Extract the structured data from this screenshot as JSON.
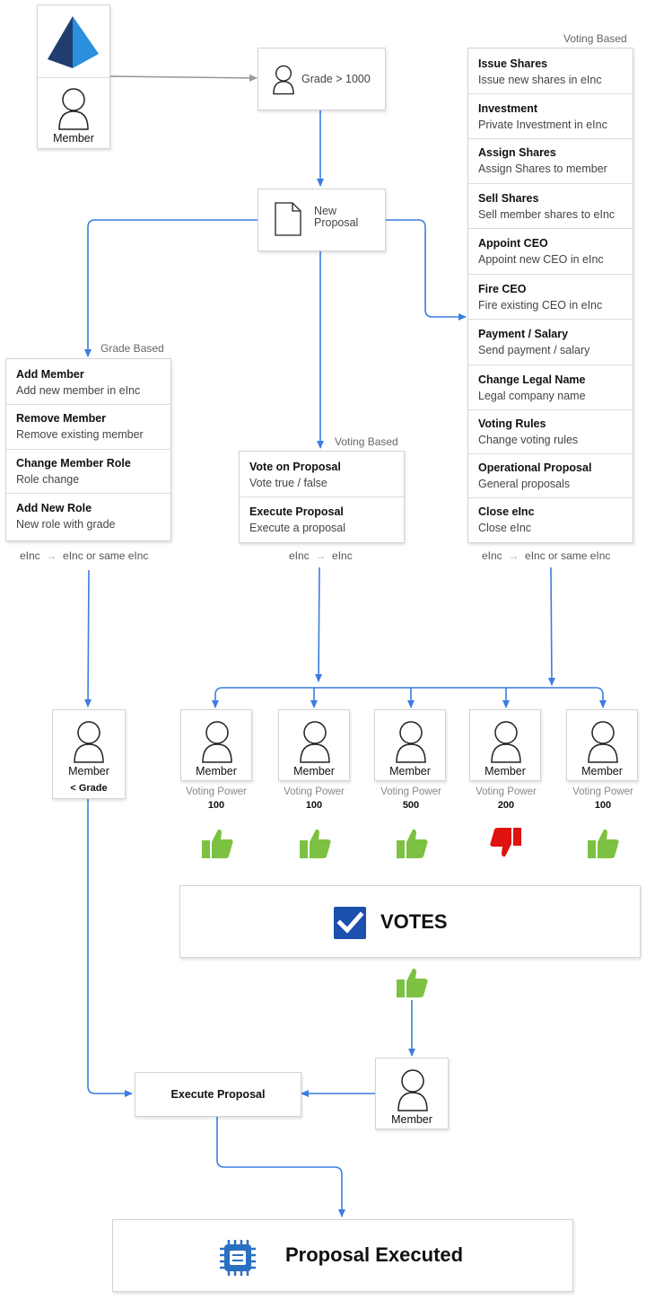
{
  "labels": {
    "voting_based_top": "Voting Based",
    "grade_based": "Grade Based",
    "voting_based_mid": "Voting Based"
  },
  "top_member": {
    "label": "Member"
  },
  "grade_box": {
    "label": "Grade > 1000"
  },
  "proposal_box": {
    "line1": "New",
    "line2": "Proposal"
  },
  "grade_list": [
    {
      "title": "Add Member",
      "desc": "Add new member in eInc"
    },
    {
      "title": "Remove Member",
      "desc": "Remove existing member"
    },
    {
      "title": "Change Member Role",
      "desc": "Role change"
    },
    {
      "title": "Add New Role",
      "desc": "New role with grade"
    }
  ],
  "vote_list": [
    {
      "title": "Vote on Proposal",
      "desc": "Vote true / false"
    },
    {
      "title": "Execute Proposal",
      "desc": "Execute a proposal"
    }
  ],
  "voting_list": [
    {
      "title": "Issue Shares",
      "desc": "Issue new shares in eInc"
    },
    {
      "title": "Investment",
      "desc": "Private Investment in eInc"
    },
    {
      "title": "Assign Shares",
      "desc": "Assign Shares to member"
    },
    {
      "title": "Sell Shares",
      "desc": "Sell member shares to eInc"
    },
    {
      "title": "Appoint CEO",
      "desc": "Appoint new CEO in eInc"
    },
    {
      "title": "Fire CEO",
      "desc": "Fire existing CEO in eInc"
    },
    {
      "title": "Payment / Salary",
      "desc": "Send payment / salary"
    },
    {
      "title": "Change Legal Name",
      "desc": "Legal company name"
    },
    {
      "title": "Voting Rules",
      "desc": "Change voting rules"
    },
    {
      "title": "Operational Proposal",
      "desc": "General proposals"
    },
    {
      "title": "Close eInc",
      "desc": "Close eInc"
    }
  ],
  "flows": {
    "grade": {
      "from": "eInc",
      "to": "eInc or same eInc"
    },
    "vote": {
      "from": "eInc",
      "to": "eInc"
    },
    "voting": {
      "from": "eInc",
      "to": "eInc or same eInc"
    }
  },
  "low_member": {
    "label": "Member",
    "sub": "< Grade"
  },
  "voters": [
    {
      "label": "Member",
      "power_label": "Voting Power",
      "power": "100",
      "vote": "up"
    },
    {
      "label": "Member",
      "power_label": "Voting Power",
      "power": "100",
      "vote": "up"
    },
    {
      "label": "Member",
      "power_label": "Voting Power",
      "power": "500",
      "vote": "up"
    },
    {
      "label": "Member",
      "power_label": "Voting Power",
      "power": "200",
      "vote": "down"
    },
    {
      "label": "Member",
      "power_label": "Voting Power",
      "power": "100",
      "vote": "up"
    }
  ],
  "votes_box": {
    "label": "VOTES"
  },
  "exec_member": {
    "label": "Member"
  },
  "execute_box": {
    "label": "Execute Proposal"
  },
  "final_box": {
    "label": "Proposal Executed"
  },
  "colors": {
    "arrow": "#3b7de0",
    "gray_arrow": "#999999",
    "thumb_up": "#7cc142",
    "thumb_down": "#e0120f",
    "check": "#1c4fae"
  }
}
